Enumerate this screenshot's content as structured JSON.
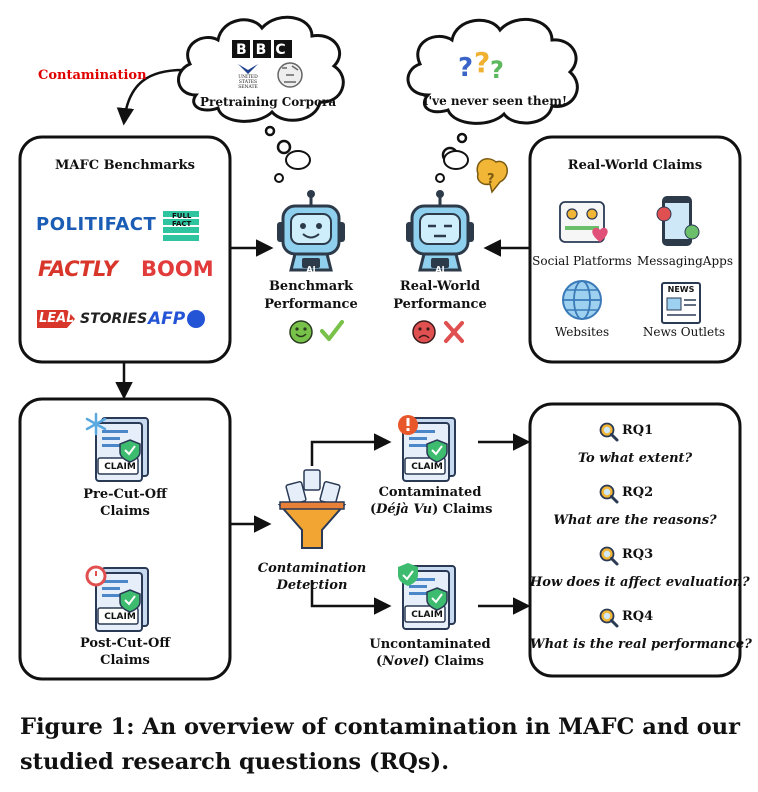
{
  "top": {
    "contamination_label": "Contamination",
    "pretraining_label": "Pretraining Corpora",
    "bbc_logo": "BBC",
    "senate_logo": "UNITED STATES SENATE",
    "never_seen_label": "I've never seen them!"
  },
  "benchmarks": {
    "title": "MAFC  Benchmarks",
    "logos": [
      "POLITIFACT",
      "FULL FACT",
      "FACTLY",
      "BOOM",
      "LEAD STORIES",
      "AFP"
    ]
  },
  "robots": {
    "benchmark_label_1": "Benchmark",
    "benchmark_label_2": "Performance",
    "realworld_label_1": "Real-World",
    "realworld_label_2": "Performance",
    "ai_badge": "AI"
  },
  "realworld": {
    "title": "Real-World Claims",
    "sources": [
      "Social Platforms",
      "MessagingApps",
      "Websites",
      "News Outlets"
    ],
    "news_icon_text": "NEWS"
  },
  "claims": {
    "doc_label": "CLAIM",
    "pre_label_1": "Pre-Cut-Off",
    "pre_label_2": "Claims",
    "post_label_1": "Post-Cut-Off",
    "post_label_2": "Claims",
    "detection_1": "Contamination",
    "detection_2": "Detection",
    "contam_1": "Contaminated",
    "contam_2_open": "(",
    "contam_2_it": "Déjà Vu",
    "contam_2_close": ") Claims",
    "uncontam_1": "Uncontaminated",
    "uncontam_2_open": "(",
    "uncontam_2_it": "Novel",
    "uncontam_2_close": ") Claims"
  },
  "rqs": [
    {
      "id": "RQ1",
      "question": "To what extent?"
    },
    {
      "id": "RQ2",
      "question": "What are the reasons?"
    },
    {
      "id": "RQ3",
      "question": "How does it affect evaluation?"
    },
    {
      "id": "RQ4",
      "question": "What is the real performance?"
    }
  ],
  "caption": {
    "line1": "Figure 1: An overview of contamination in MAFC and our",
    "line2": "studied research questions (RQs)."
  },
  "colors": {
    "contamination_red": "#e00000",
    "politifact_blue": "#1b5db5",
    "factly_red": "#d8362b",
    "boom_red": "#e23b3b",
    "afp_blue": "#2454d6",
    "fullfact_teal": "#2ec4a0",
    "robot_blue": "#8fd0ee",
    "robot_dark": "#2c3a4a",
    "happy_green": "#79c24a",
    "sad_red": "#e05050",
    "magnifier_yellow": "#f2b636"
  }
}
